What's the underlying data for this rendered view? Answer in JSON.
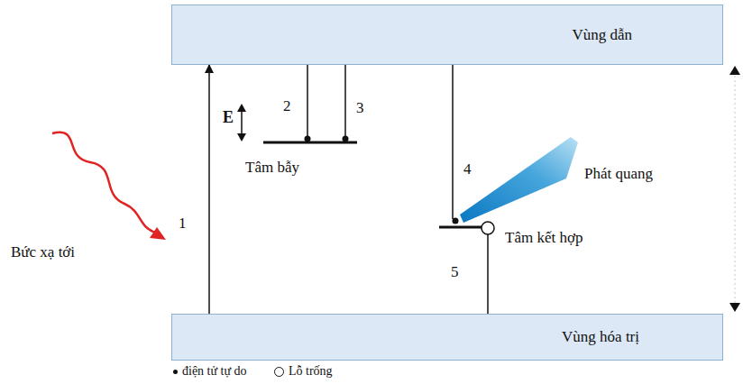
{
  "diagram": {
    "nodes": [
      {
        "text": [
          "Vùng dẫn"
        ]
      },
      {
        "text": [
          "Vùng hóa trị"
        ]
      }
    ],
    "edges": [
      {
        "from": 1,
        "to": 0,
        "arrow": "to",
        "label": "1"
      }
    ],
    "labels": [
      "E",
      "2",
      "3",
      "Tâm bẫy",
      "4",
      "Phát quang",
      "Tâm kết hợp",
      "5",
      "Bức xạ tới"
    ],
    "legend": [
      {
        "text": "điện tử tự do"
      },
      {
        "text": "Lỗ trống"
      }
    ]
  }
}
